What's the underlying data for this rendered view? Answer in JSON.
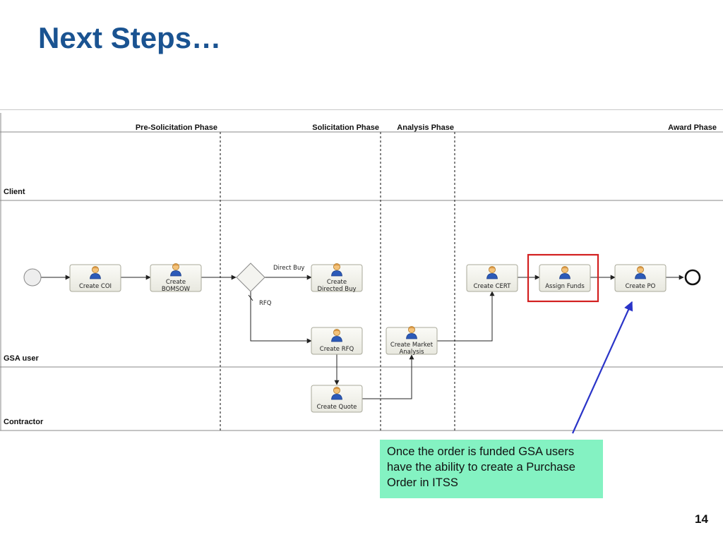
{
  "slide": {
    "title": "Next Steps…",
    "page_number": "14",
    "callout_text": "Once the order is funded GSA users have the ability to create a Purchase Order in ITSS"
  },
  "phases": {
    "pre_solicitation": "Pre-Solicitation Phase",
    "solicitation": "Solicitation Phase",
    "analysis": "Analysis Phase",
    "award": "Award Phase"
  },
  "lanes": {
    "client": "Client",
    "gsa_user": "GSA user",
    "contractor": "Contractor"
  },
  "tasks": {
    "create_coi": [
      "Create COI"
    ],
    "create_bomsow": [
      "Create",
      "BOMSOW"
    ],
    "create_directed_buy": [
      "Create",
      "Directed Buy"
    ],
    "create_rfq": [
      "Create RFQ"
    ],
    "create_quote": [
      "Create Quote"
    ],
    "create_market_analysis": [
      "Create Market",
      "Analysis"
    ],
    "create_cert": [
      "Create CERT"
    ],
    "assign_funds": [
      "Assign Funds"
    ],
    "create_po": [
      "Create PO"
    ]
  },
  "flow_labels": {
    "direct_buy": "Direct Buy",
    "rfq": "RFQ"
  },
  "colors": {
    "title": "#1a5391",
    "highlight": "#d32020",
    "pointer_arrow": "#2a34c8",
    "callout_bg": "#84f2c2",
    "task_fill": "#f2f2ec",
    "task_stroke": "#a9a99a"
  },
  "icons": {
    "task": "user-icon"
  }
}
